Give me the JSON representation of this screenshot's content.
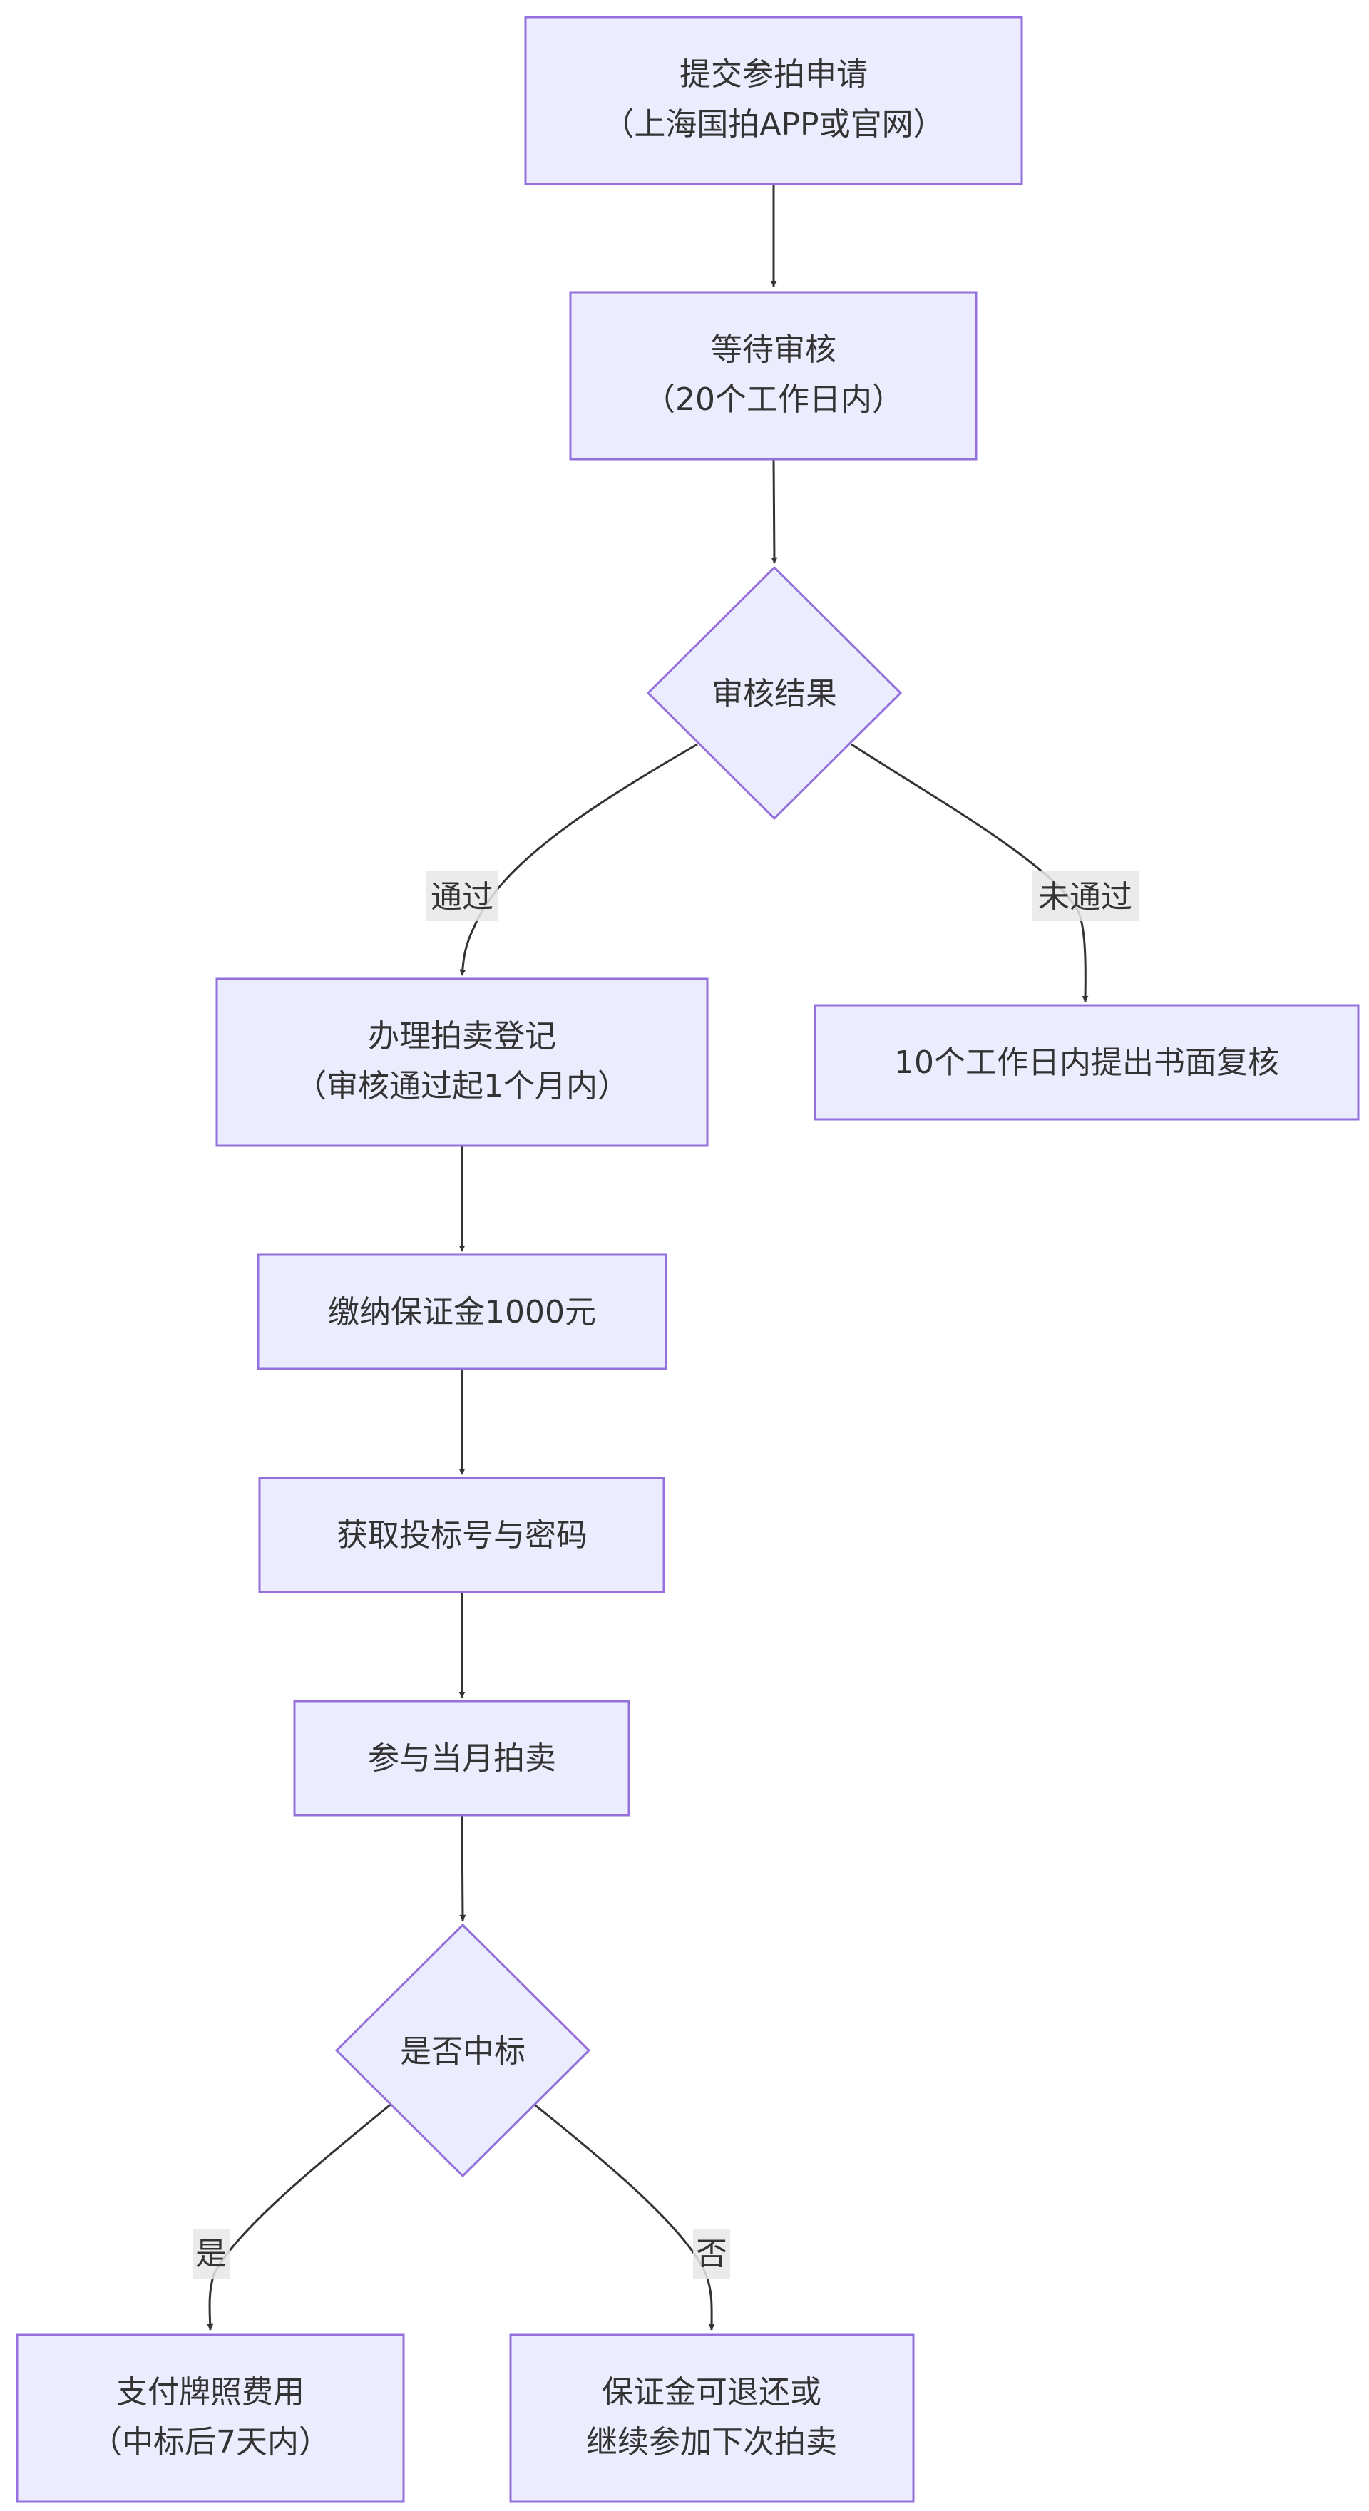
{
  "nodes": {
    "submit": {
      "line1": "提交参拍申请",
      "line2": "（上海国拍APP或官网）"
    },
    "wait": {
      "line1": "等待审核",
      "line2": "（20个工作日内）"
    },
    "review_result": {
      "label": "审核结果"
    },
    "register": {
      "line1": "办理拍卖登记",
      "line2": "（审核通过起1个月内）"
    },
    "appeal": {
      "label": "10个工作日内提出书面复核"
    },
    "deposit": {
      "label": "缴纳保证金1000元"
    },
    "bid_number": {
      "label": "获取投标号与密码"
    },
    "auction": {
      "label": "参与当月拍卖"
    },
    "win_decision": {
      "label": "是否中标"
    },
    "pay_fee": {
      "line1": "支付牌照费用",
      "line2": "（中标后7天内）"
    },
    "refund": {
      "line1": "保证金可退还或",
      "line2": "继续参加下次拍卖"
    }
  },
  "edge_labels": {
    "pass": "通过",
    "fail": "未通过",
    "yes": "是",
    "no": "否"
  },
  "colors": {
    "node_fill": "#ECECFF",
    "node_stroke": "#9370DB",
    "edge": "#333333",
    "text": "#333333",
    "label_bg": "#E8E8E8"
  }
}
